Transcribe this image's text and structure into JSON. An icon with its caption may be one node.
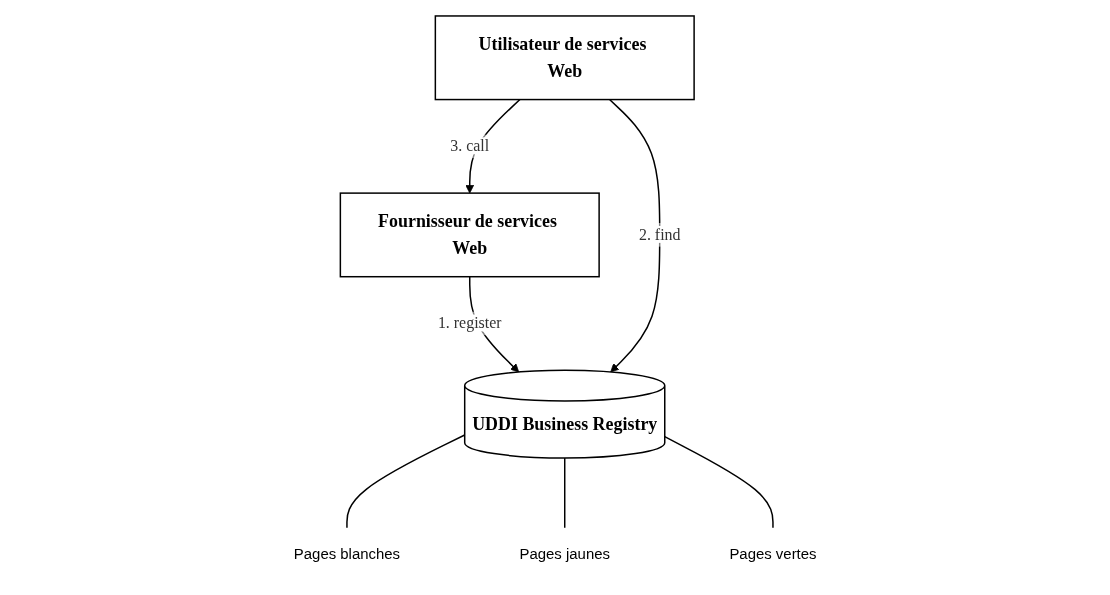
{
  "diagram": {
    "nodes": [
      {
        "text": [
          "Fournisseur de services Web"
        ]
      },
      {
        "text": [
          "Utilisateur de services Web"
        ]
      },
      {
        "text": [
          "UDDI Business Registry"
        ]
      },
      {
        "text": [
          "Pages blanches"
        ]
      },
      {
        "text": [
          "Pages jaunes"
        ]
      },
      {
        "text": [
          "Pages vertes"
        ]
      }
    ],
    "edges": [
      {
        "from": 0,
        "to": 2,
        "arrow": "to",
        "label": "1. register"
      },
      {
        "from": 1,
        "to": 2,
        "arrow": "to",
        "label": "2. find"
      },
      {
        "from": 1,
        "to": 0,
        "arrow": "to",
        "label": "3. call"
      },
      {
        "from": 2,
        "to": 3,
        "arrow": "none"
      },
      {
        "from": 2,
        "to": 4,
        "arrow": "none"
      },
      {
        "from": 2,
        "to": 5,
        "arrow": "none"
      }
    ]
  }
}
